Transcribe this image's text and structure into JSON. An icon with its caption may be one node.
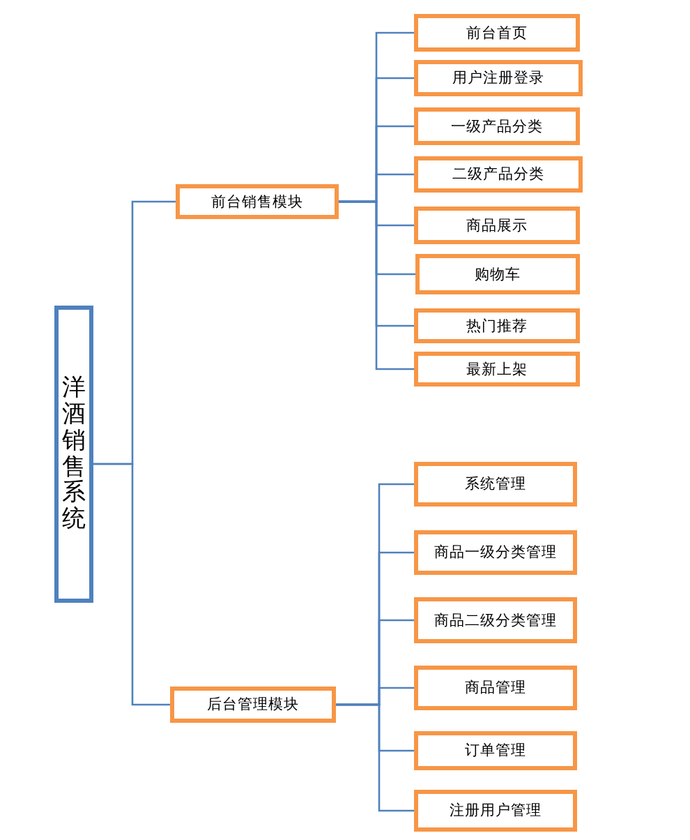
{
  "diagram": {
    "nodes": [
      {
        "text": [
          "洋酒销售系统"
        ]
      },
      {
        "text": [
          "前台销售模块"
        ]
      },
      {
        "text": [
          "前台首页"
        ]
      },
      {
        "text": [
          "用户注册登录"
        ]
      },
      {
        "text": [
          "一级产品分类"
        ]
      },
      {
        "text": [
          "二级产品分类"
        ]
      },
      {
        "text": [
          "商品展示"
        ]
      },
      {
        "text": [
          "购物车"
        ]
      },
      {
        "text": [
          "热门推荐"
        ]
      },
      {
        "text": [
          "最新上架"
        ]
      },
      {
        "text": [
          "后台管理模块"
        ]
      },
      {
        "text": [
          "系统管理"
        ]
      },
      {
        "text": [
          "商品一级分类管理"
        ]
      },
      {
        "text": [
          "商品二级分类管理"
        ]
      },
      {
        "text": [
          "商品管理"
        ]
      },
      {
        "text": [
          "订单管理"
        ]
      },
      {
        "text": [
          "注册用户管理"
        ]
      }
    ],
    "edges": [
      {
        "from": 0,
        "to": 1,
        "arrow": "none"
      },
      {
        "from": 0,
        "to": 10,
        "arrow": "none"
      },
      {
        "from": 1,
        "to": 2,
        "arrow": "none"
      },
      {
        "from": 1,
        "to": 3,
        "arrow": "none"
      },
      {
        "from": 1,
        "to": 4,
        "arrow": "none"
      },
      {
        "from": 1,
        "to": 5,
        "arrow": "none"
      },
      {
        "from": 1,
        "to": 6,
        "arrow": "none"
      },
      {
        "from": 1,
        "to": 7,
        "arrow": "none"
      },
      {
        "from": 1,
        "to": 8,
        "arrow": "none"
      },
      {
        "from": 1,
        "to": 9,
        "arrow": "none"
      },
      {
        "from": 10,
        "to": 11,
        "arrow": "none"
      },
      {
        "from": 10,
        "to": 12,
        "arrow": "none"
      },
      {
        "from": 10,
        "to": 13,
        "arrow": "none"
      },
      {
        "from": 10,
        "to": 14,
        "arrow": "none"
      },
      {
        "from": 10,
        "to": 15,
        "arrow": "none"
      },
      {
        "from": 10,
        "to": 16,
        "arrow": "none"
      }
    ]
  }
}
